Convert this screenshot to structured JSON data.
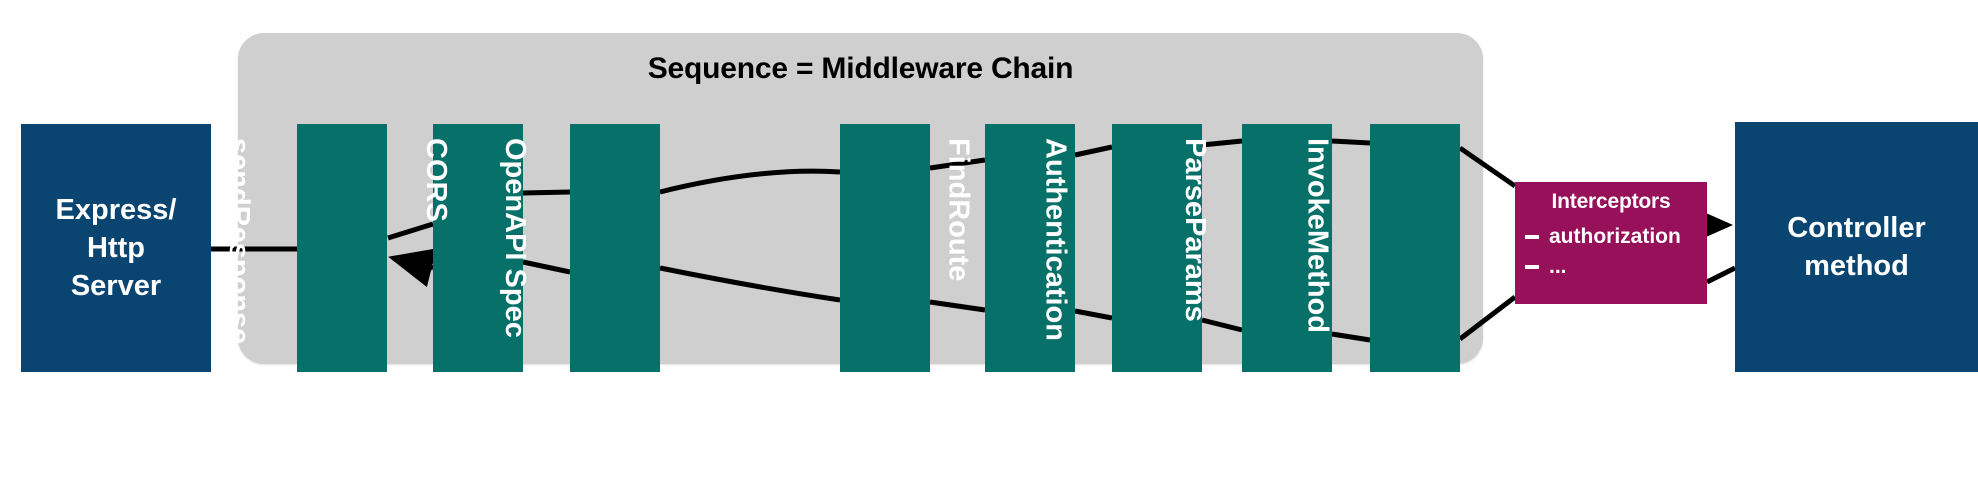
{
  "diagram": {
    "title": "Sequence = Middleware Chain",
    "colors": {
      "panel": "#cfcfcf",
      "endpoint_box": "#0a4471",
      "middleware_bar": "#077068",
      "interceptors_box": "#97105a",
      "connector": "#000000",
      "background": "#ffffff"
    }
  },
  "left_endpoint": {
    "label": "Express/\nHttp\nServer"
  },
  "right_endpoint": {
    "label": "Controller\nmethod"
  },
  "middleware_bars": [
    {
      "label": "sendResponse",
      "name": "send-response"
    },
    {
      "label": "CORS",
      "name": "cors"
    },
    {
      "label": "OpenAPI Spec",
      "name": "openapi-spec"
    },
    {
      "label": "",
      "name": "unlabeled"
    },
    {
      "label": "FindRoute",
      "name": "find-route"
    },
    {
      "label": "Authentication",
      "name": "authentication"
    },
    {
      "label": "ParseParams",
      "name": "parse-params"
    },
    {
      "label": "InvokeMethod",
      "name": "invoke-method"
    }
  ],
  "interceptors": {
    "title": "Interceptors",
    "items": [
      "authorization",
      "..."
    ]
  }
}
